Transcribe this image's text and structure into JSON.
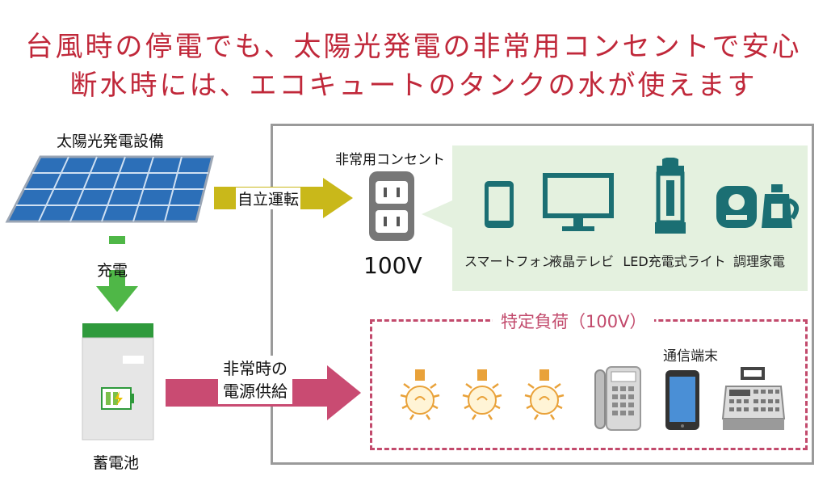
{
  "headline": {
    "line1": "台風時の停電でも、太陽光発電の非常用コンセントで安心",
    "line2": "断水時には、エコキュートのタンクの水が使えます"
  },
  "solar": {
    "label": "太陽光発電設備"
  },
  "charge_arrow": {
    "label": "充電"
  },
  "battery": {
    "label": "蓄電池"
  },
  "independent_arrow": {
    "label": "自立運転"
  },
  "outlet": {
    "title": "非常用コンセント",
    "voltage": "100V"
  },
  "appliances": [
    {
      "label": "スマートフォン",
      "icon": "smartphone-icon"
    },
    {
      "label": "液晶テレビ",
      "icon": "tv-icon"
    },
    {
      "label": "LED充電式ライト",
      "icon": "led-lantern-icon"
    },
    {
      "label": "調理家電",
      "icon": "cooking-appliance-icon"
    }
  ],
  "emergency_arrow": {
    "line1": "非常時の",
    "line2": "電源供給"
  },
  "specific_load": {
    "title": "特定負荷（100V）",
    "comm_label": "通信端末",
    "devices": [
      "light-bulb-icon",
      "light-bulb-icon",
      "light-bulb-icon",
      "telephone-icon",
      "smartphone-icon",
      "cash-register-icon"
    ]
  },
  "colors": {
    "headline": "#c0283a",
    "arrow_yellow": "#c9b81a",
    "arrow_green": "#4fb747",
    "arrow_pink": "#c94b72",
    "panel_green": "#e4f1df",
    "device_teal": "#1b6f73",
    "bulb_orange": "#e9a23a"
  }
}
